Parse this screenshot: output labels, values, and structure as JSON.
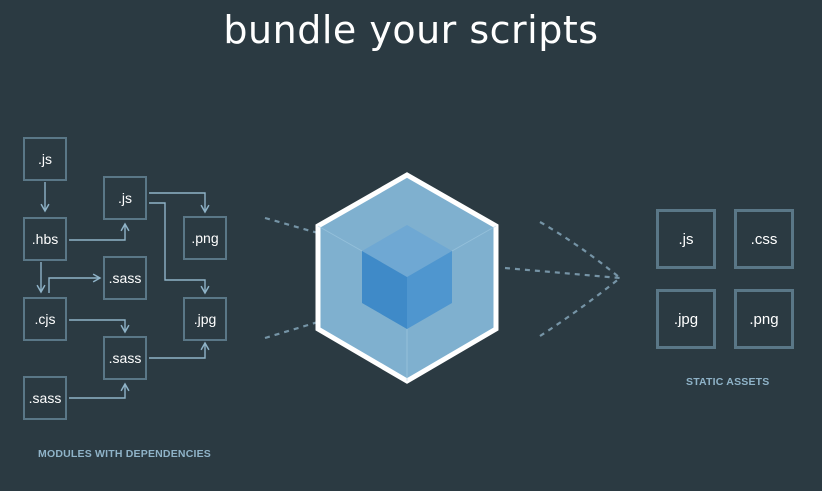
{
  "title": "bundle your scripts",
  "modules": {
    "caption": "MODULES WITH DEPENDENCIES",
    "files": {
      "js_a": ".js",
      "hbs": ".hbs",
      "cjs": ".cjs",
      "sass_c": ".sass",
      "js_b": ".js",
      "sass_a": ".sass",
      "sass_b": ".sass",
      "png": ".png",
      "jpg": ".jpg"
    }
  },
  "assets": {
    "caption": "STATIC ASSETS",
    "files": [
      ".js",
      ".css",
      ".jpg",
      ".png"
    ]
  },
  "colors": {
    "background": "#2b3a42",
    "box_border": "#5a7787",
    "connector": "#8fb3c8",
    "caption": "#8fb3c8",
    "cube_outer": "#8ed6fb",
    "cube_inner": "#1c78c0",
    "hex_border": "#ffffff"
  },
  "icons": {
    "logo": "webpack-cube-logo"
  }
}
